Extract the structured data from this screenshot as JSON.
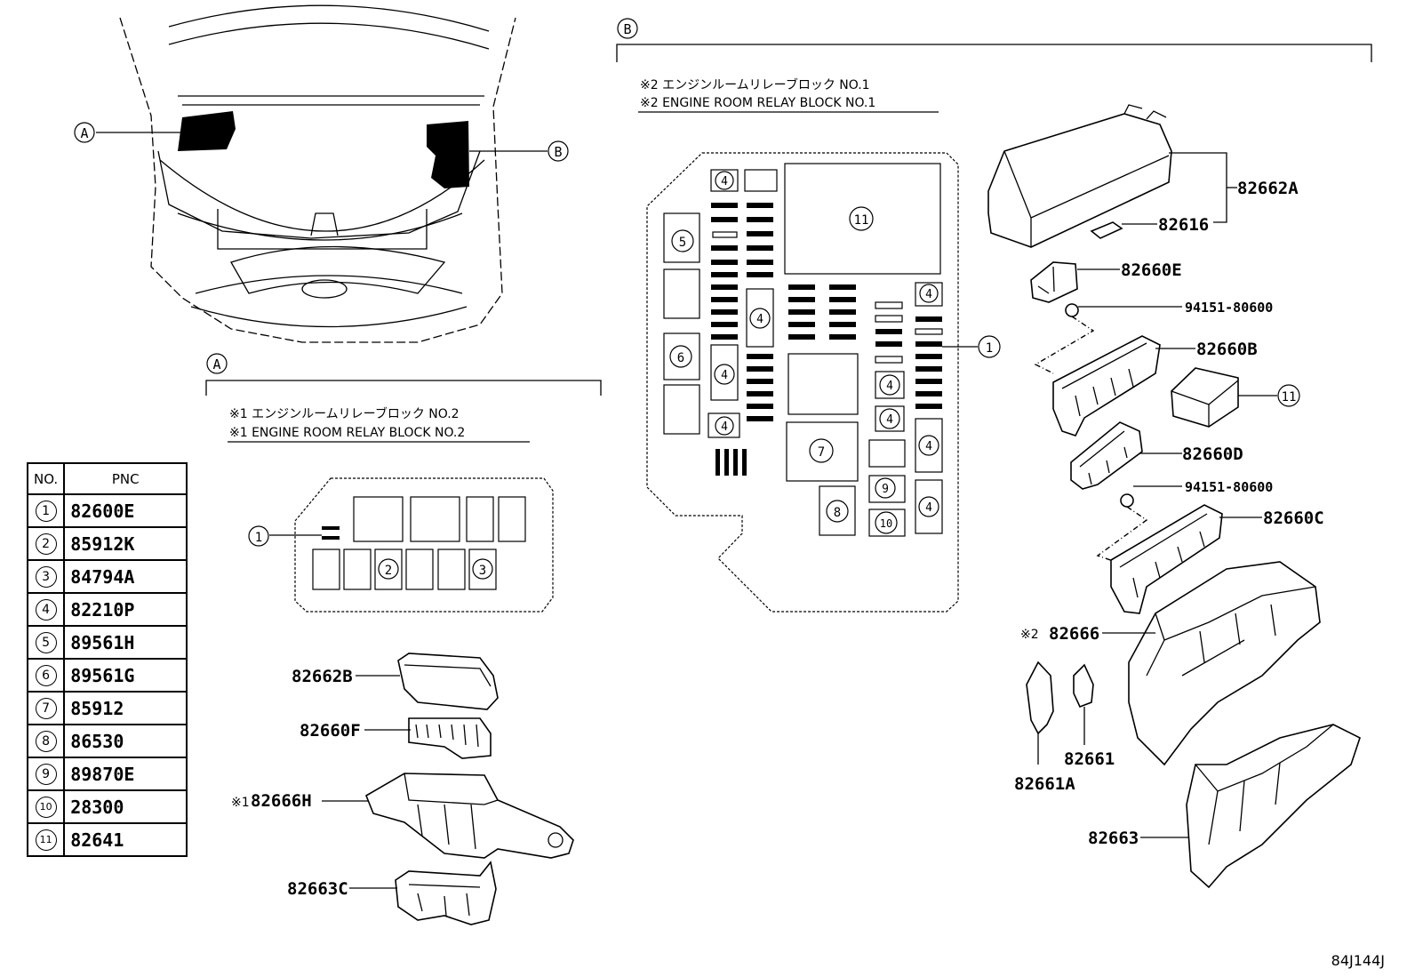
{
  "sections": {
    "A": {
      "marker": "A",
      "caption_jp": "※1 エンジンルームリレーブロック NO.2",
      "caption_en": "※1 ENGINE ROOM RELAY BLOCK NO.2"
    },
    "B": {
      "marker": "B",
      "caption_jp": "※2 エンジンルームリレーブロック NO.1",
      "caption_en": "※2 ENGINE ROOM RELAY BLOCK NO.1"
    }
  },
  "overview": {
    "callout_a": "A",
    "callout_b": "B"
  },
  "relay_block_no2": {
    "positions": {
      "p1": "1",
      "p2": "2",
      "p3": "3"
    }
  },
  "relay_block_no1": {
    "positions": {
      "p1": "1",
      "p4": "4",
      "p5": "5",
      "p6": "6",
      "p7": "7",
      "p8": "8",
      "p9": "9",
      "p10": "10",
      "p11": "11"
    }
  },
  "parts_a": {
    "p82662b": "82662B",
    "p82660f": "82660F",
    "p82666h_prefix": "※1",
    "p82666h": "82666H",
    "p82663c": "82663C"
  },
  "parts_b": {
    "p82662a": "82662A",
    "p82616": "82616",
    "p82660e": "82660E",
    "p9415180600a": "94151-80600",
    "p82660b": "82660B",
    "p11": "11",
    "p82660d": "82660D",
    "p9415180600b": "94151-80600",
    "p82660c": "82660C",
    "p82666_prefix": "※2",
    "p82666": "82666",
    "p82661": "82661",
    "p82661a": "82661A",
    "p82663": "82663"
  },
  "pnc_table": {
    "header_no": "NO.",
    "header_pnc": "PNC",
    "rows": [
      {
        "no": "1",
        "pnc": "82600E"
      },
      {
        "no": "2",
        "pnc": "85912K"
      },
      {
        "no": "3",
        "pnc": "84794A"
      },
      {
        "no": "4",
        "pnc": "82210P"
      },
      {
        "no": "5",
        "pnc": "89561H"
      },
      {
        "no": "6",
        "pnc": "89561G"
      },
      {
        "no": "7",
        "pnc": "85912"
      },
      {
        "no": "8",
        "pnc": "86530"
      },
      {
        "no": "9",
        "pnc": "89870E"
      },
      {
        "no": "10",
        "pnc": "28300"
      },
      {
        "no": "11",
        "pnc": "82641"
      }
    ]
  },
  "doc_id": "84J144J"
}
